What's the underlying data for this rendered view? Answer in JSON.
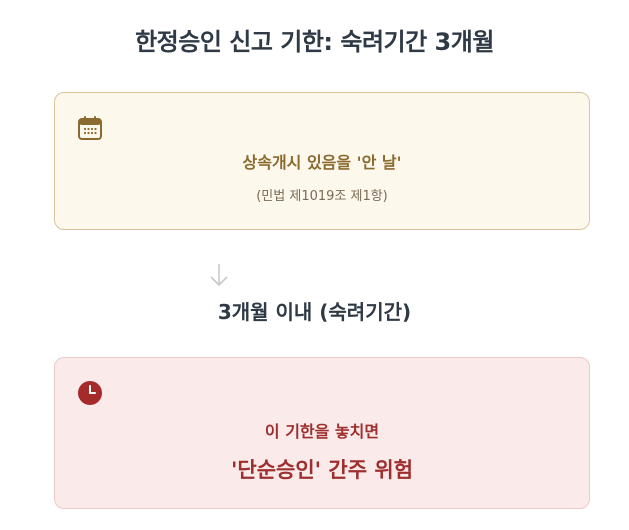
{
  "title": "한정승인 신고 기한: 숙려기간 3개월",
  "start_card": {
    "icon": "calendar-icon",
    "main": "상속개시 있음을 '안 날'",
    "sub": "(민법 제1019조 제1항)",
    "accent_color": "#8a6a2e"
  },
  "period": {
    "icon": "arrow-down-icon",
    "label": "3개월 이내 (숙려기간)"
  },
  "warning_card": {
    "icon": "clock-icon",
    "line": "이 기한을 놓치면",
    "strong": "'단순승인' 간주 위험",
    "accent_color": "#9e2f2f"
  }
}
